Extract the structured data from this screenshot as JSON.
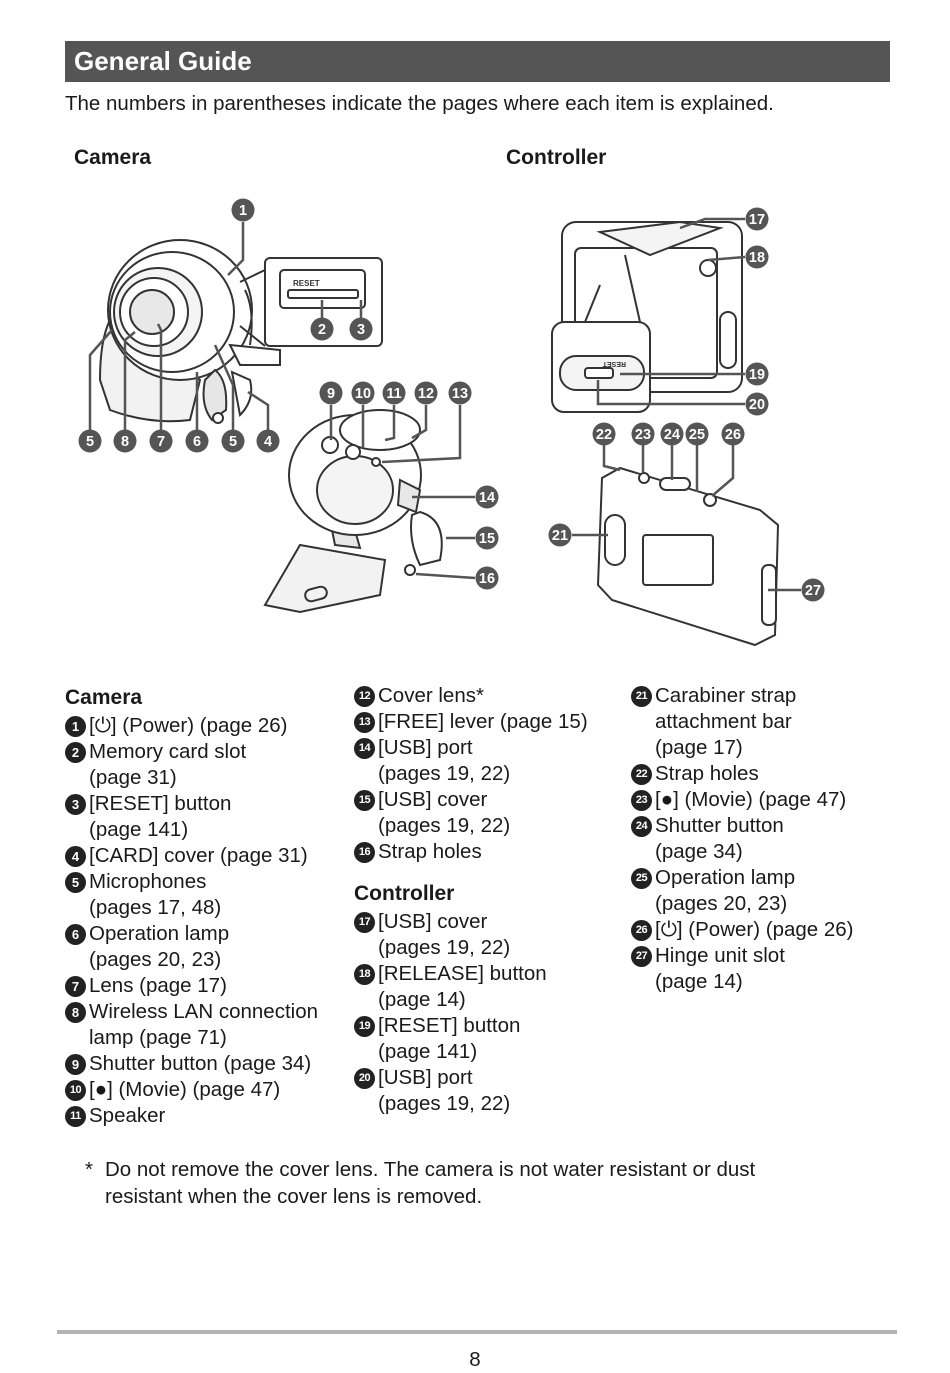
{
  "header": {
    "title": "General Guide"
  },
  "intro_text": "The numbers in parentheses indicate the pages where each item is explained.",
  "figure": {
    "camera_heading": "Camera",
    "controller_heading": "Controller",
    "camera_callouts": [
      "1",
      "2",
      "3",
      "4",
      "5",
      "6",
      "7",
      "8",
      "9",
      "10",
      "11",
      "12",
      "13",
      "14",
      "15",
      "16"
    ],
    "controller_callouts": [
      "17",
      "18",
      "19",
      "20",
      "21",
      "22",
      "23",
      "24",
      "25",
      "26",
      "27"
    ],
    "memory_slot_label": "RESET",
    "controller_reset_label": "RESET"
  },
  "legend": {
    "camera_heading": "Camera",
    "controller_heading": "Controller",
    "items": [
      {
        "num": "1",
        "lines": [
          "[⏻] (Power) (page 26)"
        ]
      },
      {
        "num": "2",
        "lines": [
          "Memory card slot",
          "(page 31)"
        ]
      },
      {
        "num": "3",
        "lines": [
          "[RESET] button",
          "(page 141)"
        ]
      },
      {
        "num": "4",
        "lines": [
          "[CARD] cover (page 31)"
        ]
      },
      {
        "num": "5",
        "lines": [
          "Microphones",
          "(pages 17, 48)"
        ]
      },
      {
        "num": "6",
        "lines": [
          "Operation lamp",
          "(pages 20, 23)"
        ]
      },
      {
        "num": "7",
        "lines": [
          "Lens (page 17)"
        ]
      },
      {
        "num": "8",
        "lines": [
          "Wireless LAN connection",
          "lamp (page 71)"
        ]
      },
      {
        "num": "9",
        "lines": [
          "Shutter button (page 34)"
        ]
      },
      {
        "num": "10",
        "lines": [
          "[●] (Movie) (page 47)"
        ]
      },
      {
        "num": "11",
        "lines": [
          "Speaker"
        ]
      },
      {
        "num": "12",
        "lines": [
          "Cover lens*"
        ]
      },
      {
        "num": "13",
        "lines": [
          "[FREE] lever (page 15)"
        ]
      },
      {
        "num": "14",
        "lines": [
          "[USB] port",
          "(pages 19, 22)"
        ]
      },
      {
        "num": "15",
        "lines": [
          "[USB] cover",
          "(pages 19, 22)"
        ]
      },
      {
        "num": "16",
        "lines": [
          "Strap holes"
        ]
      },
      {
        "num": "17",
        "lines": [
          "[USB] cover",
          "(pages 19, 22)"
        ]
      },
      {
        "num": "18",
        "lines": [
          "[RELEASE] button",
          "(page 14)"
        ]
      },
      {
        "num": "19",
        "lines": [
          "[RESET] button",
          "(page 141)"
        ]
      },
      {
        "num": "20",
        "lines": [
          "[USB] port",
          "(pages 19, 22)"
        ]
      },
      {
        "num": "21",
        "lines": [
          "Carabiner strap",
          "attachment bar",
          "(page 17)"
        ]
      },
      {
        "num": "22",
        "lines": [
          "Strap holes"
        ]
      },
      {
        "num": "23",
        "lines": [
          "[●] (Movie) (page 47)"
        ]
      },
      {
        "num": "24",
        "lines": [
          "Shutter button",
          "(page 34)"
        ]
      },
      {
        "num": "25",
        "lines": [
          "Operation lamp",
          "(pages 20, 23)"
        ]
      },
      {
        "num": "26",
        "lines": [
          "[⏻] (Power) (page 26)"
        ]
      },
      {
        "num": "27",
        "lines": [
          "Hinge unit slot",
          "(page 14)"
        ]
      }
    ]
  },
  "footnote": {
    "mark": "*",
    "text": "Do not remove the cover lens. The camera is not water resistant or dust",
    "text2": "resistant when the cover lens is removed."
  },
  "page_number": "8"
}
